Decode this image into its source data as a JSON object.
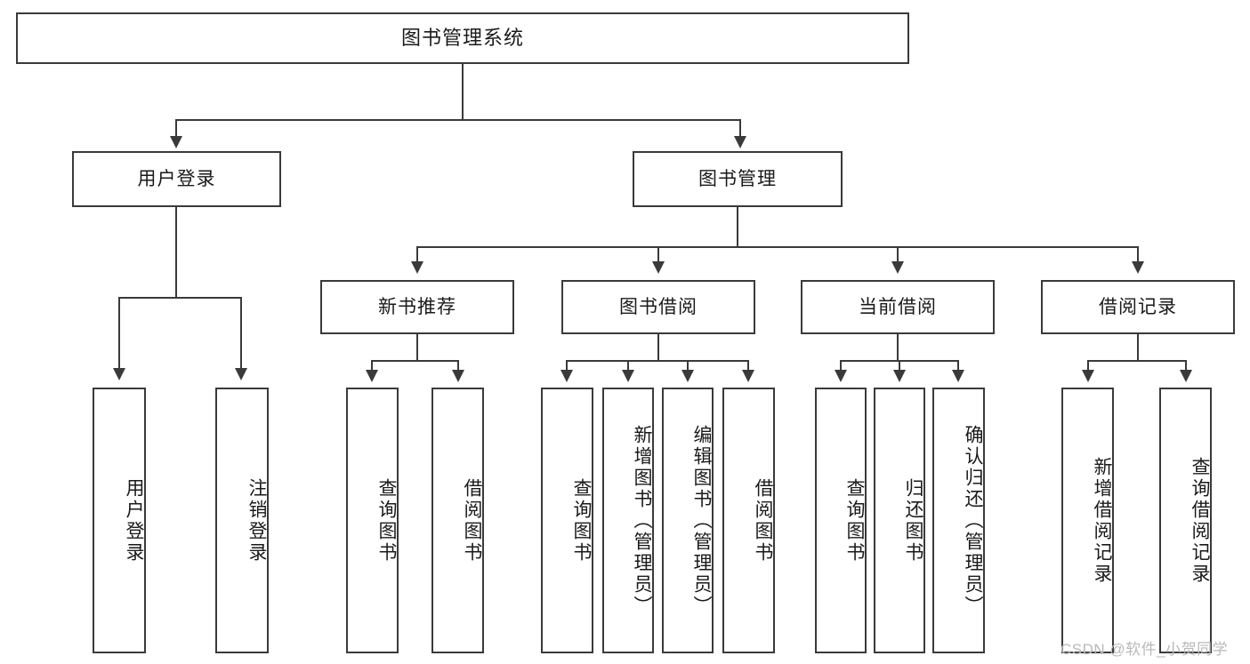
{
  "diagram": {
    "title": "图书管理系统",
    "type": "tree-hierarchy",
    "root": {
      "label": "图书管理系统"
    },
    "level2": [
      {
        "label": "用户登录"
      },
      {
        "label": "图书管理"
      }
    ],
    "level3": [
      {
        "label": "新书推荐"
      },
      {
        "label": "图书借阅"
      },
      {
        "label": "当前借阅"
      },
      {
        "label": "借阅记录"
      }
    ],
    "leaves": {
      "user_login": [
        {
          "label": "用户登录"
        },
        {
          "label": "注销登录"
        }
      ],
      "new_book_recommend": [
        {
          "label": "查询图书"
        },
        {
          "label": "借阅图书"
        }
      ],
      "book_borrow": [
        {
          "label": "查询图书"
        },
        {
          "label": "新增图书（管理员）"
        },
        {
          "label": "编辑图书（管理员）"
        },
        {
          "label": "借阅图书"
        }
      ],
      "current_borrow": [
        {
          "label": "查询图书"
        },
        {
          "label": "归还图书"
        },
        {
          "label": "确认归还（管理员）"
        }
      ],
      "borrow_record": [
        {
          "label": "新增借阅记录"
        },
        {
          "label": "查询借阅记录"
        }
      ]
    }
  },
  "watermark": {
    "text": "CSDN @软件_小贺同学"
  },
  "colors": {
    "stroke": "#3a3a3a",
    "text": "#1a1a1a",
    "background": "#ffffff",
    "watermark": "#b9b9b9"
  }
}
